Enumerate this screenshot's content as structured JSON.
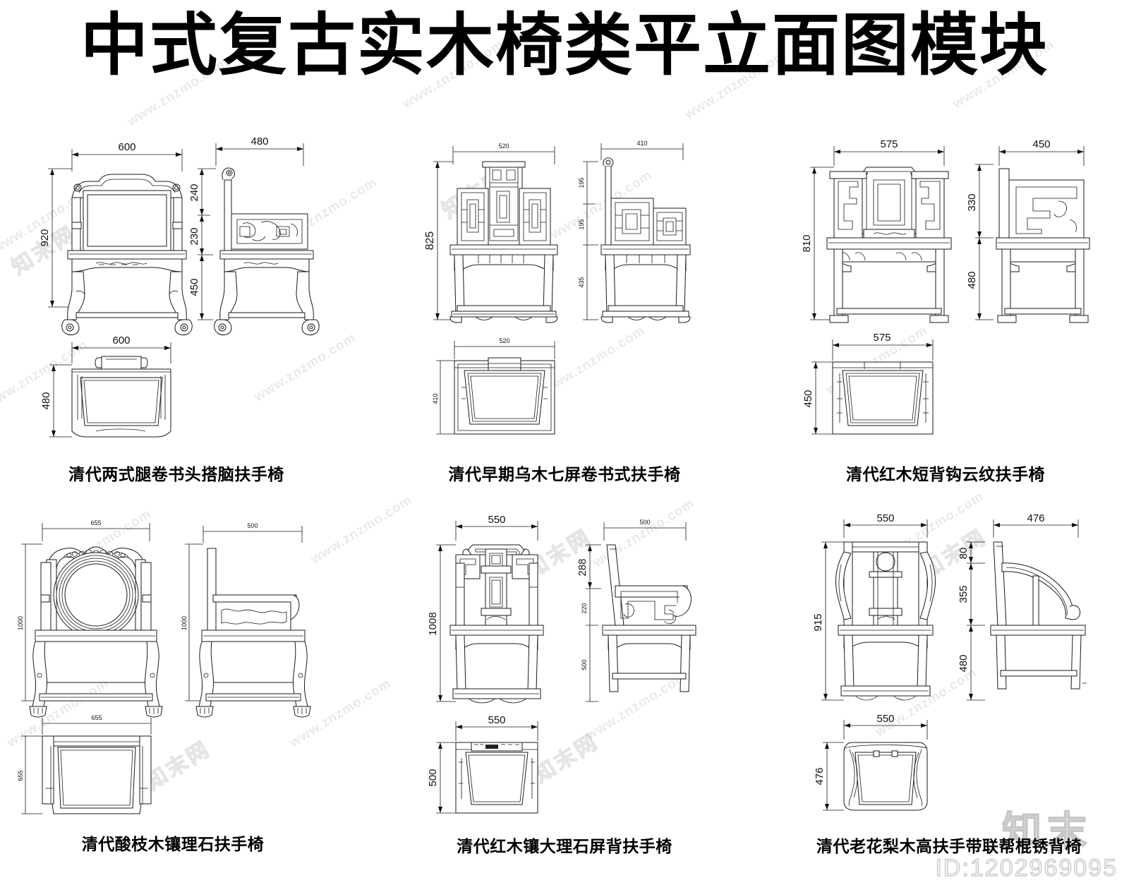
{
  "sheet": {
    "title": "中式复古实木椅类平立面图模块",
    "watermark_text": "www.znzmo.com",
    "watermark_cn": "知末网",
    "id_label": "ID:1202969095",
    "logo_text": "知末"
  },
  "chairs": [
    {
      "caption": "清代两式腿卷书头搭脑扶手椅",
      "front": {
        "width": "600",
        "height": "920"
      },
      "side": {
        "width": "480",
        "segments": [
          "240",
          "230",
          "450"
        ]
      },
      "plan": {
        "width": "600",
        "depth": "480"
      }
    },
    {
      "caption": "清代早期乌木七屏卷书式扶手椅",
      "front": {
        "width": "520",
        "height": "825"
      },
      "side": {
        "width": "410",
        "segments": [
          "195",
          "195",
          "435"
        ]
      },
      "plan": {
        "width": "520",
        "depth": "410"
      }
    },
    {
      "caption": "清代红木短背钩云纹扶手椅",
      "front": {
        "width": "575",
        "height": "810"
      },
      "side": {
        "width": "450",
        "segments": [
          "330",
          "480"
        ]
      },
      "plan": {
        "width": "575",
        "depth": "450"
      }
    },
    {
      "caption": "清代酸枝木镶理石扶手椅",
      "front": {
        "width": "655",
        "height": "1000"
      },
      "side": {
        "width": "500",
        "segments": [
          "1000"
        ]
      },
      "plan": {
        "width": "655",
        "depth": "655"
      }
    },
    {
      "caption": "清代红木镶大理石屏背扶手椅",
      "front": {
        "width": "550",
        "height": "1008"
      },
      "side": {
        "width": "500",
        "segments": [
          "288",
          "220",
          "500"
        ]
      },
      "plan": {
        "width": "550",
        "depth": "500"
      }
    },
    {
      "caption": "清代老花梨木高扶手带联帮棍锈背椅",
      "front": {
        "width": "550",
        "height": "915"
      },
      "side": {
        "width": "476",
        "segments": [
          "80",
          "355",
          "480"
        ]
      },
      "plan": {
        "width": "550",
        "depth": "476"
      }
    }
  ]
}
